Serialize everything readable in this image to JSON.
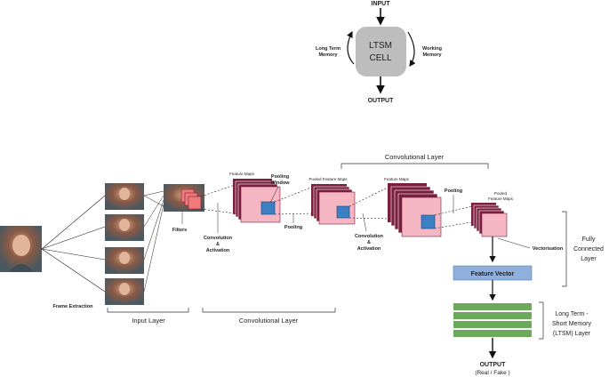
{
  "lstm_cell": {
    "input": "INPUT",
    "output": "OUTPUT",
    "cell_line1": "LTSM",
    "cell_line2": "CELL",
    "left_line1": "Long Term",
    "left_line2": "Memory",
    "right_line1": "Working",
    "right_line2": "Memory"
  },
  "pipeline": {
    "frame_extraction": "Frame Extraction",
    "filters": "Filters",
    "input_layer": "Input Layer",
    "conv_layer_bottom": "Convolutional Layer",
    "conv_layer_top": "Convolutional Layer",
    "feature_maps_1": "Feature Maps",
    "pooling_window_1": "Pooling",
    "pooling_window_2": "Window",
    "conv_act_1a": "Convolution",
    "conv_act_1b": "&",
    "conv_act_1c": "Activation",
    "pooling_1": "Pooling",
    "pooled_maps_1": "Pooled Feature Maps",
    "conv_act_2a": "Convolution",
    "conv_act_2b": "&",
    "conv_act_2c": "Activation",
    "feature_maps_2": "Feature Maps",
    "pooling_2": "Pooling",
    "pooled_maps_2a": "Pooled",
    "pooled_maps_2b": "Feature Maps",
    "vectorisation": "Vectorisation",
    "fully_connected_1": "Fully",
    "fully_connected_2": "Connected",
    "fully_connected_3": "Layer",
    "feature_vector": "Feature Vector",
    "lstm_layer_1": "Long Term -",
    "lstm_layer_2": "Short Memory",
    "lstm_layer_3": "(LTSM) Layer",
    "output": "OUTPUT",
    "output_sub": "(Real / Fake )"
  },
  "colors": {
    "cell_fill": "#bdbdbd",
    "map_dark": "#7a1f3d",
    "map_pink": "#f4b6c2",
    "window_blue": "#3d7fc4",
    "filter_red": "#f07a7a",
    "feature_vector": "#8fb0dc",
    "lstm_green": "#6aaa5a"
  }
}
